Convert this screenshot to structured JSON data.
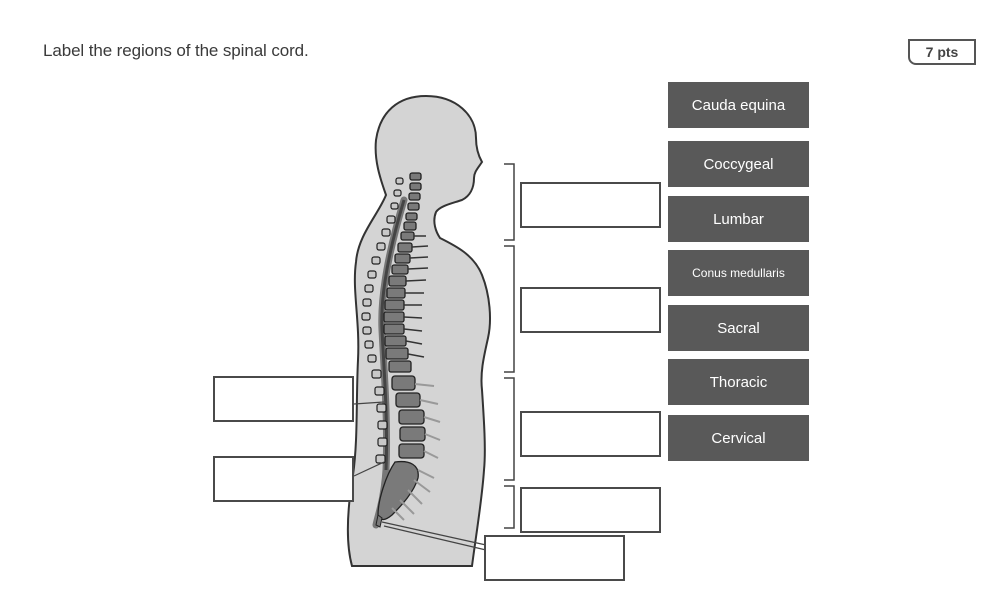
{
  "question": {
    "text": "Label the regions of the spinal cord.",
    "points": "7 pts"
  },
  "answer_bank": [
    {
      "label": "Cauda equina"
    },
    {
      "label": "Coccygeal"
    },
    {
      "label": "Lumbar"
    },
    {
      "label": "Conus medullaris"
    },
    {
      "label": "Sacral"
    },
    {
      "label": "Thoracic"
    },
    {
      "label": "Cervical"
    }
  ],
  "drop_zones": [
    {
      "name": "right-top",
      "value": ""
    },
    {
      "name": "right-second",
      "value": ""
    },
    {
      "name": "right-third",
      "value": ""
    },
    {
      "name": "right-bottom",
      "value": ""
    },
    {
      "name": "bottom-center",
      "value": ""
    },
    {
      "name": "left-upper",
      "value": ""
    },
    {
      "name": "left-lower",
      "value": ""
    }
  ],
  "colors": {
    "answer_bg": "#595959",
    "silhouette": "#d4d4d4",
    "outline": "#333333"
  }
}
